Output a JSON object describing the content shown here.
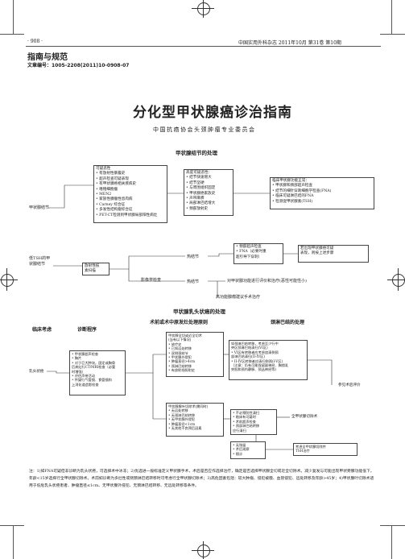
{
  "header": {
    "page_number": "· 908 ·",
    "journal_info": "中国实用外科杂志 2011年10月 第31卷 第10期"
  },
  "section_tag": "指南与规范",
  "article_no": "文章编号：1005-2208(2011)10-0908-07",
  "title": "分化型甲状腺癌诊治指南",
  "authors": "中国抗癌协会头颈肿瘤专业委员会",
  "chart1": {
    "heading": "甲状腺结节的处理",
    "start": "甲状腺结节",
    "suspicious": [
      "可疑恶性",
      "• 有放射性暴露史",
      "• 超声检查可疑表现",
      "• 有甲状腺癌相关疾病史",
      "•  嗜铬细胞瘤",
      "•  MEN2",
      "•  家族性腺瘤性息肉病",
      "•  Carney 综合征",
      "•  多发性结构瘤综合征",
      "• PET-CT检测到甲状腺局部阳性病灶"
    ],
    "high_risk": [
      "高度可疑恶性：",
      "• 结节快速增大",
      "• 结节坚硬",
      "• 与周围组织固定",
      "• 甲状腺癌家族史",
      "• 声带麻痹",
      "• 局部淋巴结增大",
      "• 颈部放射史"
    ],
    "clinical_findings": [
      "临床甲状腺功能正常：",
      "• 甲状腺和颈部超声检查",
      "• 结节的细针穿刺细胞学检查(FNA)",
      "• 临床可疑淋巴结的FNA",
      "• 检测促甲状腺素(TSH)"
    ],
    "tsh_label": "低TSH的甲状腺结节",
    "isotope_scan": [
      "放射性核",
      "素扫描"
    ],
    "hot_nodule": "热结节",
    "warm_nodule": "热结节",
    "diagnostic_eval": "影像学检查",
    "workup": [
      "• 颈部超声检查",
      "• FNA（必要时重",
      "  超引导下穿刺）"
    ],
    "next_step": [
      "若出现甲状腺癌可疑",
      "表现，则按上述步骤"
    ],
    "followup": "对甲状腺功能进行评价和治疗(恶性可能性小)",
    "monitor": "高功能腺瘤建议手术治疗"
  },
  "chart2": {
    "heading": "甲状腺乳头状癌的处理",
    "col_pre_op": "术前或术中原发灶处理原则",
    "col_lymph": "颈淋巴结的处理",
    "col_consider": "临床考虑",
    "col_diag": "诊断程序",
    "start": "乳头状癌",
    "diag_items": [
      "• 甲状腺超声检查",
      "• 胸片",
      "• 对于巨大肿块，固定或胸骨",
      "  后病灶行CT/MRI检查（必要",
      "  时增强）",
      "• 评估声带活动",
      "• 怀疑行气管镜、食管镜和",
      "  上消化道造影检查"
    ],
    "total_thyroid": [
      "甲状腺全切或近全切术",
      "(当有以下情况)",
      "• 放疗史",
      "• 已知远处转移",
      "• 双侧颈结节",
      "• 甲状腺外侵犯",
      "• 肿瘤直径>4cm",
      "• 颈淋巴结转移",
      "• 有放射线照射史"
    ],
    "lobectomy_cond": [
      "甲状腺腺叶切除术(需同时)",
      "• 无远处转移",
      "• 无颈淋巴结转移",
      "• 无甲状腺外侵犯",
      "• 肿瘤直径<1cm",
      "• 无其他不良预后因素"
    ],
    "neck_dissection_a": [
      "如颈淋巴结转移，考虑至少行中",
      "央区颈淋巴结清扫(VI区)",
      "• VI区有转移者应考虑加清侧颈",
      "  部淋巴结清扫(II-IV区)",
      "• II-IV区转移者应清扫侧颈(I-V区)",
      "（注意：仍有可能保留副神经、胸锁乳",
      "  突肌和颈内静脉、颈丛神经等)"
    ],
    "post_op": "参见术后评价",
    "neck_dissection_b": [
      "• 不必预防性清扫",
      "• 临床有可疑时",
      "• 术前超声检查",
      "• 颈部淋巴结转移",
      "  应行清扫"
    ],
    "completion": "全甲状腺切除术",
    "followup_a": [
      "• 无残留",
      "• 术后观察",
      "• 随诊"
    ],
    "followup_b": [
      "考虑全甲状腺切除并",
      "TSH治疗"
    ]
  },
  "footnote": "注：1)如FNA可疑但非诊断为乳头状癌，可选择术中冰冻；2)优选进一般标准定义甲状腺手术，术后是否应作选择治疗，确定是否选择甲状腺全切或近全切除术。减少复发与可能出现甲状旁腺功能低下，年龄<15岁选择行全甲状腺切除术。术前如诊断为多灶性或侧颈淋巴结转移时可考虑行全甲状腺切除术；3)高危因素包括：较大肿瘤、侵犯被膜、血管侵犯、远处转移及年龄>45岁；4)甲状腺叶切除术适用于低危乳头状癌患者、肿瘤直径≤1cm、无甲状腺外侵犯、无颈淋巴结转移、无远处转移等条件。"
}
